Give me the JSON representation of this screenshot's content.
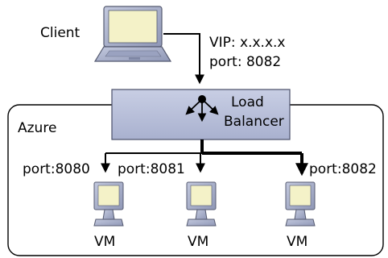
{
  "client_label": "Client",
  "vip_line": "VIP: x.x.x.x",
  "vip_port_line": "port: 8082",
  "load_balancer": {
    "line1": "Load",
    "line2": "Balancer",
    "fill": "#b4bcd6",
    "stroke": "#4a4f6a"
  },
  "region_label": "Azure",
  "ports": [
    "port:8080",
    "port:8081",
    "port:8082"
  ],
  "vms": [
    "VM",
    "VM",
    "VM"
  ],
  "colors": {
    "arrow": "#000000",
    "screen": "#f4f2c8",
    "device_body": "#a8b0cc",
    "device_stroke": "#555a70"
  }
}
